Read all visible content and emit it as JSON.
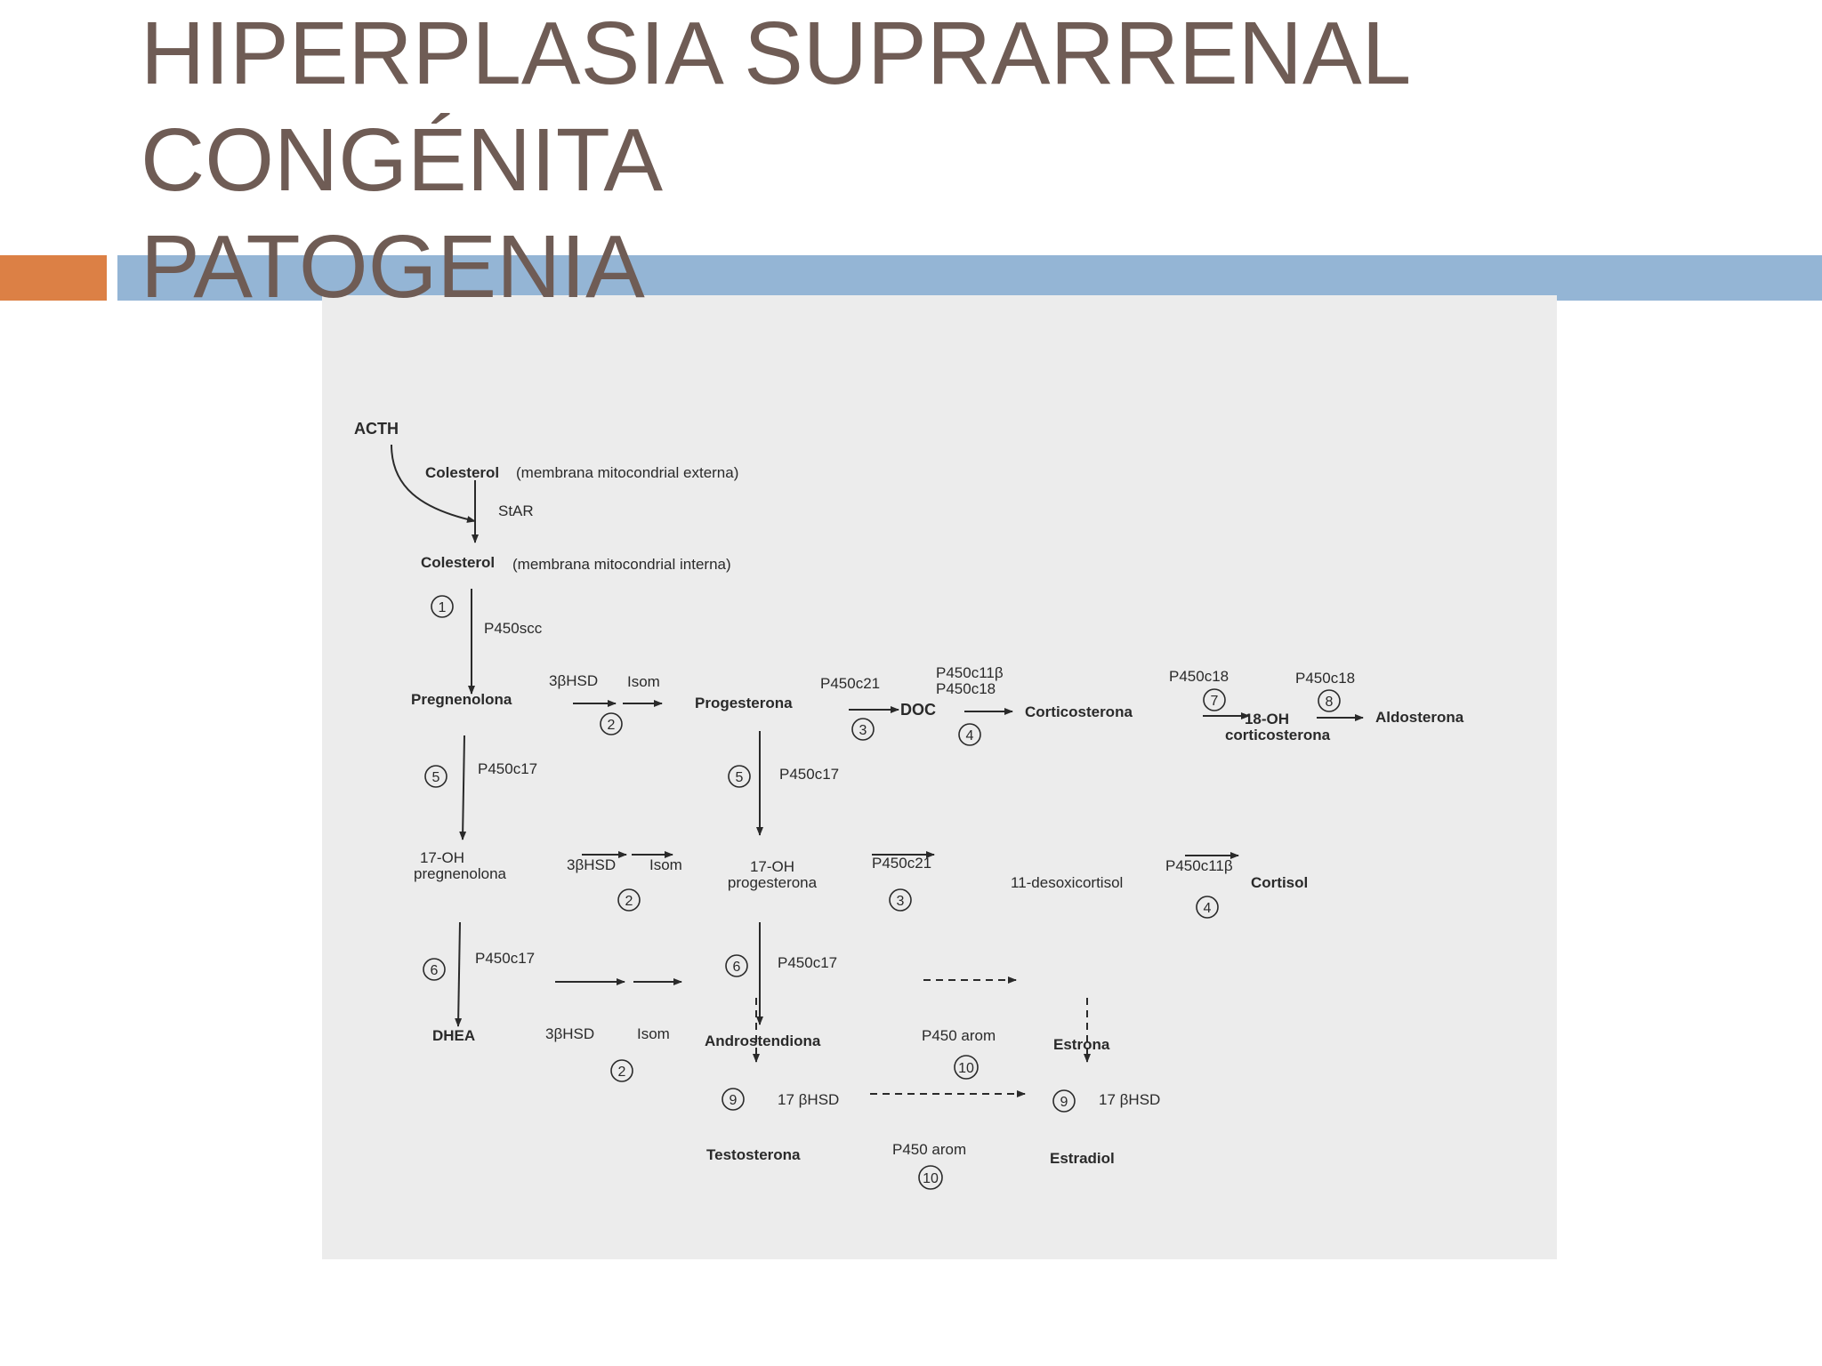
{
  "slide": {
    "title_lines": [
      "HIPERPLASIA SUPRARRENAL",
      "CONGÉNITA",
      "PATOGENIA"
    ],
    "accent_colors": {
      "orange": "#dc8045",
      "blue": "#94b5d5",
      "title": "#6f5c55"
    }
  },
  "diagram": {
    "acth": "ACTH",
    "chol_ext": "Colesterol",
    "chol_ext_note": "(membrana mitocondrial externa)",
    "star": "StAR",
    "chol_int": "Colesterol",
    "chol_int_note": "(membrana mitocondrial interna)",
    "p450scc": "P450scc",
    "pregnenolona": "Pregnenolona",
    "progesterona": "Progesterona",
    "doc": "DOC",
    "corticosterona": "Corticosterona",
    "oh18_a": "18-OH",
    "oh18_b": "corticosterona",
    "aldosterona": "Aldosterona",
    "oh17_preg_a": "17-OH",
    "oh17_preg_b": "pregnenolona",
    "oh17_prog_a": "17-OH",
    "oh17_prog_b": "progesterona",
    "desoxicortisol": "11-desoxicortisol",
    "cortisol": "Cortisol",
    "dhea": "DHEA",
    "androstendiona": "Androstendiona",
    "estrona": "Estrona",
    "testosterona": "Testosterona",
    "estradiol": "Estradiol",
    "hsd3": "3βHSD",
    "isom": "Isom",
    "p450c21": "P450c21",
    "p450c11b": "P450c11β",
    "p450c18": "P450c18",
    "p450c17": "P450c17",
    "p450arom": "P450 arom",
    "hsd17": "17 βHSD",
    "n1": "1",
    "n2": "2",
    "n3": "3",
    "n4": "4",
    "n5": "5",
    "n6": "6",
    "n7": "7",
    "n8": "8",
    "n9": "9",
    "n10": "10"
  }
}
